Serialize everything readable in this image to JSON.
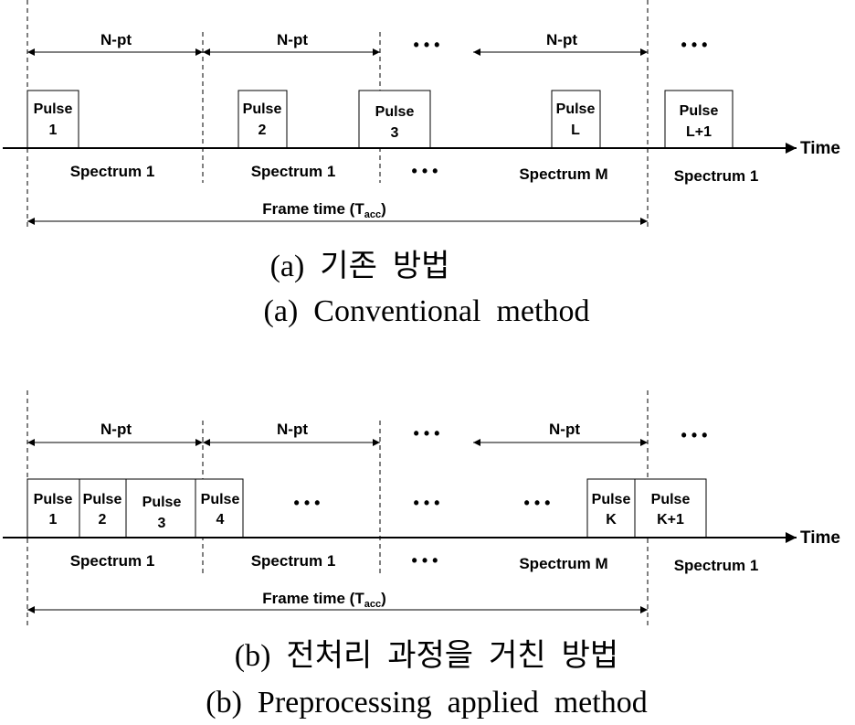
{
  "panel_a": {
    "npt": [
      "N-pt",
      "N-pt",
      "N-pt"
    ],
    "top_dots": [
      "• • •",
      "• • •"
    ],
    "pulses": [
      {
        "line1": "Pulse",
        "line2": "1"
      },
      {
        "line1": "Pulse",
        "line2": "2"
      },
      {
        "line1": "Pulse",
        "line2": "3"
      },
      {
        "line1": "Pulse",
        "line2": "L"
      },
      {
        "line1": "Pulse",
        "line2": "L+1"
      }
    ],
    "time_label": "Time",
    "spectra": [
      "Spectrum 1",
      "Spectrum 1",
      "Spectrum M",
      "Spectrum 1"
    ],
    "spectrum_dots": "• • •",
    "frame_time": {
      "text": "Frame time (T",
      "sub": "acc",
      "close": ")"
    },
    "caption_korean": "(a)  기존  방법",
    "caption_english": "(a)  Conventional  method"
  },
  "panel_b": {
    "npt": [
      "N-pt",
      "N-pt",
      "N-pt"
    ],
    "top_dots": [
      "• • •",
      "• • •"
    ],
    "pulses": [
      {
        "line1": "Pulse",
        "line2": "1"
      },
      {
        "line1": "Pulse",
        "line2": "2"
      },
      {
        "line1": "Pulse",
        "line2": "3"
      },
      {
        "line1": "Pulse",
        "line2": "4"
      },
      {
        "line1": "Pulse",
        "line2": "K"
      },
      {
        "line1": "Pulse",
        "line2": "K+1"
      }
    ],
    "pulse_dots": [
      "• • •",
      "• • •",
      "• • •"
    ],
    "time_label": "Time",
    "spectra": [
      "Spectrum 1",
      "Spectrum 1",
      "Spectrum M",
      "Spectrum 1"
    ],
    "spectrum_dots": "• • •",
    "frame_time": {
      "text": "Frame time (T",
      "sub": "acc",
      "close": ")"
    },
    "caption_korean": "(b)  전처리  과정을  거친  방법",
    "caption_english": "(b)  Preprocessing  applied  method"
  }
}
